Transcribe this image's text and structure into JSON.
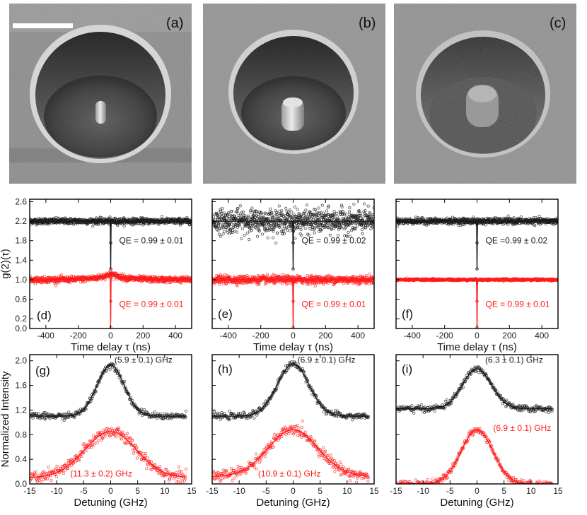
{
  "sem_images": [
    {
      "label": "(a)",
      "pillar_kind": "small",
      "scale_bar": true,
      "noise": "low"
    },
    {
      "label": "(b)",
      "pillar_kind": "medium",
      "scale_bar": false,
      "noise": "low"
    },
    {
      "label": "(c)",
      "pillar_kind": "large",
      "scale_bar": false,
      "noise": "high"
    }
  ],
  "colors": {
    "black_series": "#1a1a1a",
    "red_series": "#ff1a1a"
  },
  "chart_data": [
    {
      "type": "scatter",
      "label": "(d)",
      "ylabel": "g(2)(τ)",
      "xlabel": "Time delay τ (ns)",
      "xlim": [
        -500,
        500
      ],
      "ylim": [
        0,
        2.65
      ],
      "xticks": [
        -400,
        -200,
        0,
        200,
        400
      ],
      "yticks": [
        0.0,
        0.2,
        0.6,
        1.0,
        1.4,
        1.8,
        2.2,
        2.6
      ],
      "series": [
        {
          "color": "black",
          "offset": 1.2,
          "baseline": 2.2,
          "noise": 0.03,
          "dip": 0.99,
          "bump": 0,
          "annotation": "QE = 0.99 ±  0.01"
        },
        {
          "color": "red",
          "offset": 0,
          "baseline": 1.0,
          "noise": 0.03,
          "dip": 0.99,
          "bump": 0.12,
          "annotation": "QE = 0.99 ± 0.01"
        }
      ]
    },
    {
      "type": "scatter",
      "label": "(e)",
      "ylabel": "",
      "xlabel": "Time delay τ (ns)",
      "xlim": [
        -500,
        500
      ],
      "ylim": [
        0,
        2.65
      ],
      "xticks": [
        -400,
        -200,
        0,
        200,
        400
      ],
      "yticks": [],
      "series": [
        {
          "color": "black",
          "offset": 1.2,
          "baseline": 2.2,
          "noise": 0.12,
          "dip": 0.99,
          "bump": 0,
          "annotation": "QE = 0.99 ± 0.02"
        },
        {
          "color": "red",
          "offset": 0,
          "baseline": 1.0,
          "noise": 0.04,
          "dip": 0.99,
          "bump": 0,
          "annotation": "QE = 0.99 ± 0.01"
        }
      ]
    },
    {
      "type": "scatter",
      "label": "(f)",
      "ylabel": "",
      "xlabel": "Time delay τ (ns)",
      "xlim": [
        -500,
        500
      ],
      "ylim": [
        0,
        2.65
      ],
      "xticks": [
        -400,
        -200,
        0,
        200,
        400
      ],
      "yticks": [],
      "series": [
        {
          "color": "black",
          "offset": 1.2,
          "baseline": 2.2,
          "noise": 0.03,
          "dip": 0.99,
          "bump": 0,
          "annotation": "QE =0.99 ± 0.02"
        },
        {
          "color": "red",
          "offset": 0,
          "baseline": 1.0,
          "noise": 0.01,
          "dip": 0.99,
          "bump": 0,
          "annotation": "QE = 0.99 ± 0.01"
        }
      ]
    },
    {
      "type": "scatter",
      "label": "(g)",
      "ylabel": "Normalized Intensity",
      "xlabel": "Detuning (GHz)",
      "xlim": [
        -15,
        15
      ],
      "ylim": [
        0,
        2.1
      ],
      "xticks": [
        -15,
        -10,
        -5,
        0,
        5,
        10,
        15
      ],
      "yticks": [
        0.0,
        0.4,
        0.8,
        1.2,
        1.6,
        2.0
      ],
      "series": [
        {
          "color": "black",
          "offset": 1.1,
          "fwhm": 5.9,
          "amp": 0.83,
          "noise": 0.025,
          "annotation": "(5.9 ± 0.1)  GHz"
        },
        {
          "color": "red",
          "offset": 0.1,
          "fwhm": 11.3,
          "amp": 0.75,
          "noise": 0.05,
          "annotation": "(11.3 ± 0.2)  GHz"
        }
      ]
    },
    {
      "type": "scatter",
      "label": "(h)",
      "ylabel": "",
      "xlabel": "Detuning (GHz)",
      "xlim": [
        -15,
        15
      ],
      "ylim": [
        0,
        2.1
      ],
      "xticks": [
        -15,
        -10,
        -5,
        0,
        5,
        10,
        15
      ],
      "yticks": [],
      "series": [
        {
          "color": "black",
          "offset": 1.1,
          "fwhm": 6.9,
          "amp": 0.85,
          "noise": 0.025,
          "annotation": "(6.9 ± 0.1)  GHz"
        },
        {
          "color": "red",
          "offset": 0.12,
          "fwhm": 10.9,
          "amp": 0.76,
          "noise": 0.045,
          "annotation": "(10.9 ± 0.1)   GHz"
        }
      ]
    },
    {
      "type": "scatter",
      "label": "(i)",
      "ylabel": "",
      "xlabel": "Detuning (GHz)",
      "xlim": [
        -15,
        15
      ],
      "ylim": [
        0,
        2.1
      ],
      "xticks": [
        -15,
        -10,
        -5,
        0,
        5,
        10,
        15
      ],
      "yticks": [],
      "series": [
        {
          "color": "black",
          "offset": 1.22,
          "fwhm": 6.3,
          "amp": 0.65,
          "noise": 0.025,
          "annotation": "(6.3 ± 0.1)   GHz"
        },
        {
          "color": "red",
          "offset": 0.0,
          "fwhm": 6.9,
          "amp": 0.88,
          "noise": 0.025,
          "annotation": "(6.9 ± 0.1)   GHz"
        }
      ]
    }
  ]
}
